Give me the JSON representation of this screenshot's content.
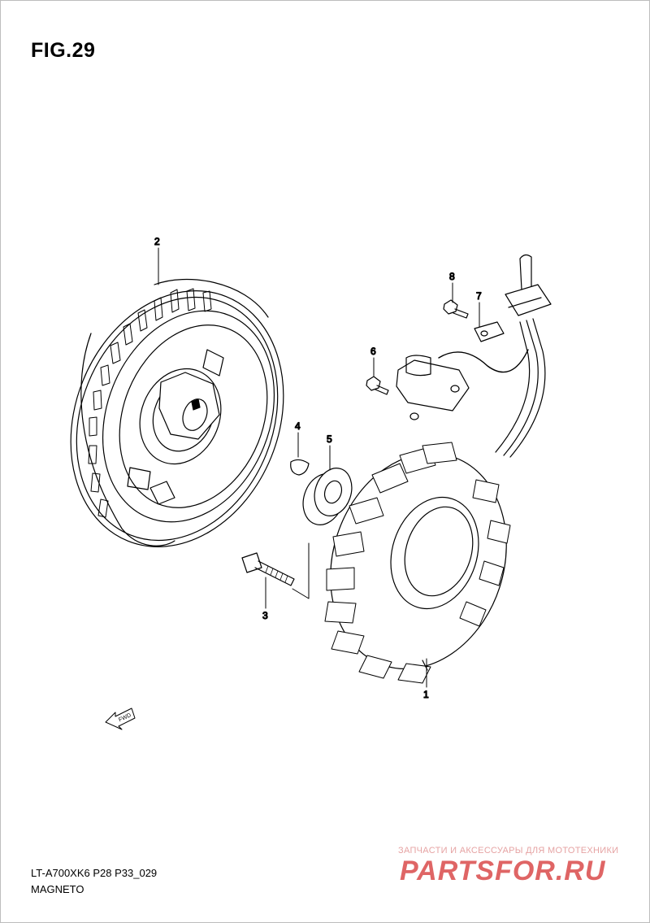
{
  "figure": {
    "title": "FIG.29"
  },
  "callouts": {
    "c1": "1",
    "c2": "2",
    "c3": "3",
    "c4": "4",
    "c5": "5",
    "c6": "6",
    "c7": "7",
    "c8": "8"
  },
  "fwd_label": "FWD",
  "footer": {
    "ref_code": "LT-A700XK6 P28 P33_029",
    "section": "MAGNETO"
  },
  "watermark": {
    "tagline": "ЗАПЧАСТИ И АКСЕССУАРЫ ДЛЯ МОТОТЕХНИКИ",
    "logo_text": "PARTSFOR.RU",
    "color": "#d94a4a"
  }
}
